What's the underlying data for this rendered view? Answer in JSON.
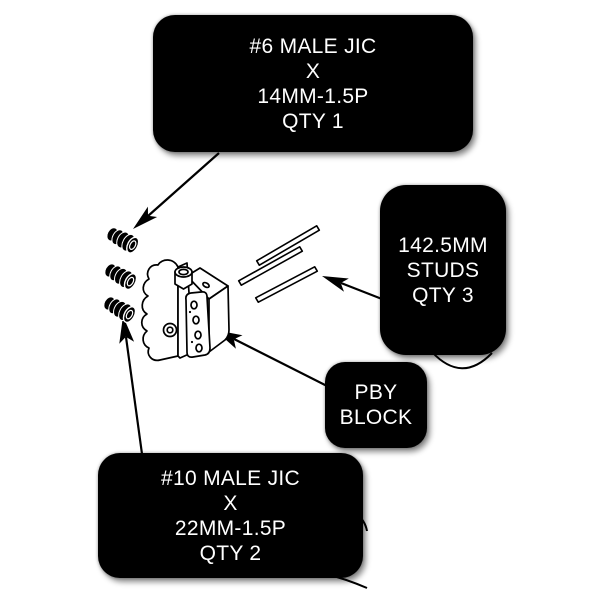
{
  "diagram": {
    "kind": "parts-callout-diagram",
    "background_color": "#ffffff",
    "label_bg_color": "#000000",
    "label_text_color": "#ffffff",
    "line_color": "#000000",
    "callouts": {
      "fitting6": {
        "lines": [
          "#6 MALE JIC",
          "X",
          "14MM-1.5P",
          "QTY 1"
        ]
      },
      "studs": {
        "lines": [
          "142.5MM",
          "STUDS",
          "QTY 3"
        ]
      },
      "pby": {
        "lines": [
          "PBY",
          "BLOCK"
        ]
      },
      "fitting10": {
        "lines": [
          "#10 MALE JIC",
          "X",
          "22MM-1.5P",
          "QTY 2"
        ]
      }
    },
    "parts": [
      {
        "name": "jic-fitting-6",
        "label": "#6 MALE JIC X 14MM-1.5P",
        "qty": "1"
      },
      {
        "name": "jic-fitting-10",
        "label": "#10 MALE JIC X 22MM-1.5P",
        "qty": "2"
      },
      {
        "name": "stud-142-5mm",
        "label": "142.5MM STUDS",
        "qty": "3"
      },
      {
        "name": "pby-block",
        "label": "PBY BLOCK",
        "qty": "1"
      }
    ]
  }
}
